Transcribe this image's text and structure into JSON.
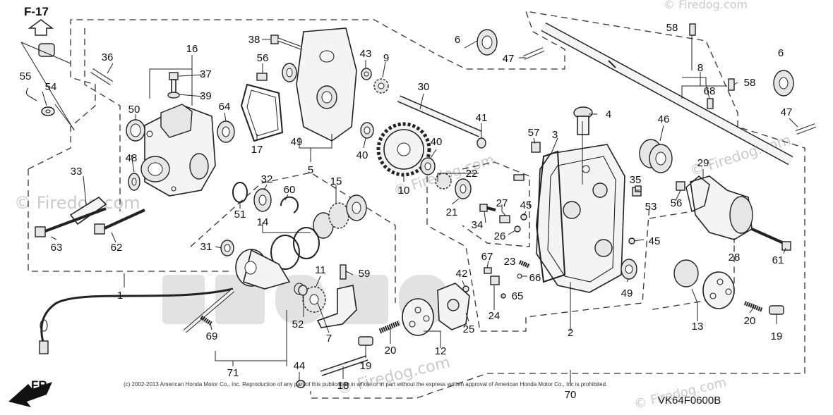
{
  "diagram": {
    "section": "F-17",
    "direction_label": "FR.",
    "code": "VK64F0600B",
    "copyright": "(c) 2002-2013 American Honda Motor Co., Inc. Reproduction of any part of this publication in whole or in part without the express written approval of American Honda Motor Co., Inc is prohibited.",
    "watermark": "© Firedog.com"
  },
  "callouts": [
    {
      "id": "c1",
      "text": "1"
    },
    {
      "id": "c2",
      "text": "2"
    },
    {
      "id": "c3",
      "text": "3"
    },
    {
      "id": "c4",
      "text": "4"
    },
    {
      "id": "c5",
      "text": "5"
    },
    {
      "id": "c6a",
      "text": "6"
    },
    {
      "id": "c6b",
      "text": "6"
    },
    {
      "id": "c7",
      "text": "7"
    },
    {
      "id": "c8",
      "text": "8"
    },
    {
      "id": "c9",
      "text": "9"
    },
    {
      "id": "c10",
      "text": "10"
    },
    {
      "id": "c11",
      "text": "11"
    },
    {
      "id": "c12",
      "text": "12"
    },
    {
      "id": "c13",
      "text": "13"
    },
    {
      "id": "c14",
      "text": "14"
    },
    {
      "id": "c15",
      "text": "15"
    },
    {
      "id": "c16",
      "text": "16"
    },
    {
      "id": "c17",
      "text": "17"
    },
    {
      "id": "c18",
      "text": "18"
    },
    {
      "id": "c19a",
      "text": "19"
    },
    {
      "id": "c19b",
      "text": "19"
    },
    {
      "id": "c20a",
      "text": "20"
    },
    {
      "id": "c20b",
      "text": "20"
    },
    {
      "id": "c21",
      "text": "21"
    },
    {
      "id": "c22",
      "text": "22"
    },
    {
      "id": "c23",
      "text": "23"
    },
    {
      "id": "c24",
      "text": "24"
    },
    {
      "id": "c25",
      "text": "25"
    },
    {
      "id": "c26",
      "text": "26"
    },
    {
      "id": "c27",
      "text": "27"
    },
    {
      "id": "c28",
      "text": "28"
    },
    {
      "id": "c29",
      "text": "29"
    },
    {
      "id": "c30",
      "text": "30"
    },
    {
      "id": "c31",
      "text": "31"
    },
    {
      "id": "c32",
      "text": "32"
    },
    {
      "id": "c33",
      "text": "33"
    },
    {
      "id": "c34",
      "text": "34"
    },
    {
      "id": "c35",
      "text": "35"
    },
    {
      "id": "c36",
      "text": "36"
    },
    {
      "id": "c37",
      "text": "37"
    },
    {
      "id": "c38",
      "text": "38"
    },
    {
      "id": "c39",
      "text": "39"
    },
    {
      "id": "c40a",
      "text": "40"
    },
    {
      "id": "c40b",
      "text": "40"
    },
    {
      "id": "c41",
      "text": "41"
    },
    {
      "id": "c42",
      "text": "42"
    },
    {
      "id": "c43",
      "text": "43"
    },
    {
      "id": "c44",
      "text": "44"
    },
    {
      "id": "c45a",
      "text": "45"
    },
    {
      "id": "c45b",
      "text": "45"
    },
    {
      "id": "c46",
      "text": "46"
    },
    {
      "id": "c47a",
      "text": "47"
    },
    {
      "id": "c47b",
      "text": "47"
    },
    {
      "id": "c48",
      "text": "48"
    },
    {
      "id": "c49a",
      "text": "49"
    },
    {
      "id": "c49b",
      "text": "49"
    },
    {
      "id": "c50",
      "text": "50"
    },
    {
      "id": "c51",
      "text": "51"
    },
    {
      "id": "c52",
      "text": "52"
    },
    {
      "id": "c53",
      "text": "53"
    },
    {
      "id": "c54",
      "text": "54"
    },
    {
      "id": "c55",
      "text": "55"
    },
    {
      "id": "c56a",
      "text": "56"
    },
    {
      "id": "c56b",
      "text": "56"
    },
    {
      "id": "c57",
      "text": "57"
    },
    {
      "id": "c58a",
      "text": "58"
    },
    {
      "id": "c58b",
      "text": "58"
    },
    {
      "id": "c59",
      "text": "59"
    },
    {
      "id": "c60",
      "text": "60"
    },
    {
      "id": "c61",
      "text": "61"
    },
    {
      "id": "c62",
      "text": "62"
    },
    {
      "id": "c63",
      "text": "63"
    },
    {
      "id": "c64",
      "text": "64"
    },
    {
      "id": "c65",
      "text": "65"
    },
    {
      "id": "c66",
      "text": "66"
    },
    {
      "id": "c67",
      "text": "67"
    },
    {
      "id": "c68",
      "text": "68"
    },
    {
      "id": "c69",
      "text": "69"
    },
    {
      "id": "c70",
      "text": "70"
    },
    {
      "id": "c71",
      "text": "71"
    }
  ]
}
